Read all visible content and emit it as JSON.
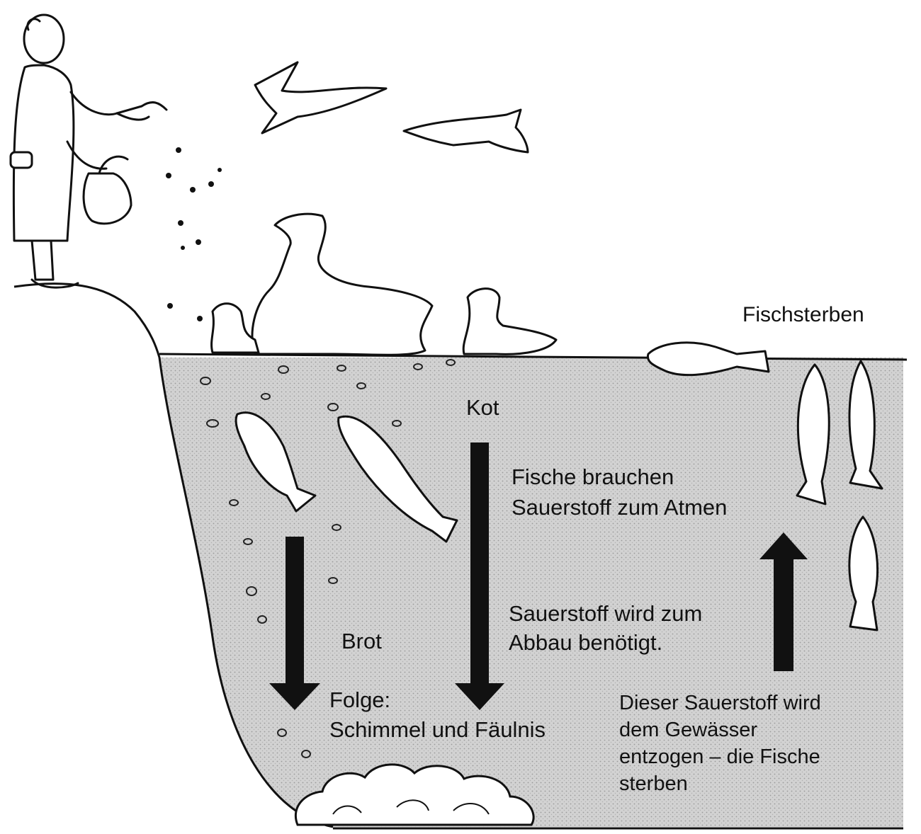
{
  "labels": {
    "fish_die": "Fischsterben",
    "kot": "Kot",
    "fish_need_oxygen": "Fische brauchen\nSauerstoff zum Atmen",
    "oxygen_needed": "Sauerstoff wird zum\nAbbau benötigt.",
    "brot": "Brot",
    "consequence": "Folge:\nSchimmel und Fäulnis",
    "oxygen_withdrawn": "Dieser Sauerstoff wird\ndem Gewässer\nentzogen – die Fische\nsterben"
  },
  "colors": {
    "water": "#cfcfcf",
    "ink": "#111111",
    "paper": "#ffffff"
  }
}
